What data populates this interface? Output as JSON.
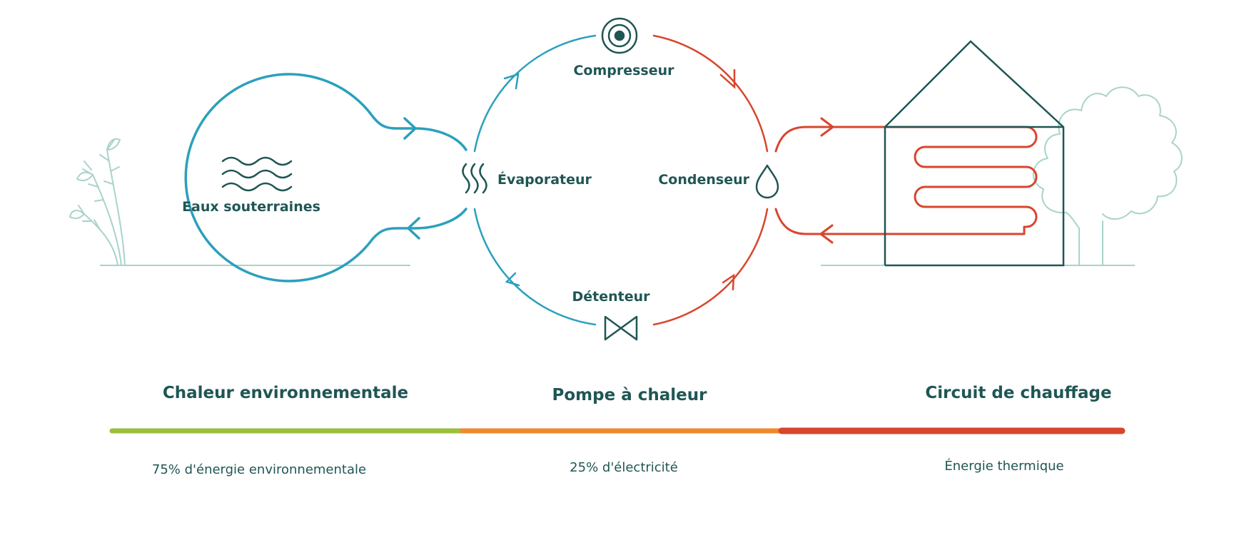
{
  "colors": {
    "blue": "#2ba0bd",
    "red": "#d8462e",
    "dark": "#1f5654",
    "green": "#9ac03c",
    "orange": "#ef8a2a",
    "tree": "#a9d3cb"
  },
  "labels": {
    "groundwater": "Eaux souterraines",
    "compressor": "Compresseur",
    "evaporator": "Évaporateur",
    "condenser": "Condenseur",
    "expansion_valve": "Détenteur"
  },
  "sections": [
    {
      "title": "Chaleur environnementale",
      "subtitle": "75% d'énergie environnementale"
    },
    {
      "title": "Pompe à chaleur",
      "subtitle": "25% d'électricité"
    },
    {
      "title": "Circuit de chauffage",
      "subtitle": "Énergie thermique"
    }
  ],
  "icons": {
    "groundwater": "waves-icon",
    "compressor": "concentric-circles-icon",
    "evaporator": "heat-waves-icon",
    "condenser": "droplet-icon",
    "expansion_valve": "valve-icon",
    "house": "house-icon",
    "tree": "tree-icon",
    "plant": "plant-icon"
  }
}
